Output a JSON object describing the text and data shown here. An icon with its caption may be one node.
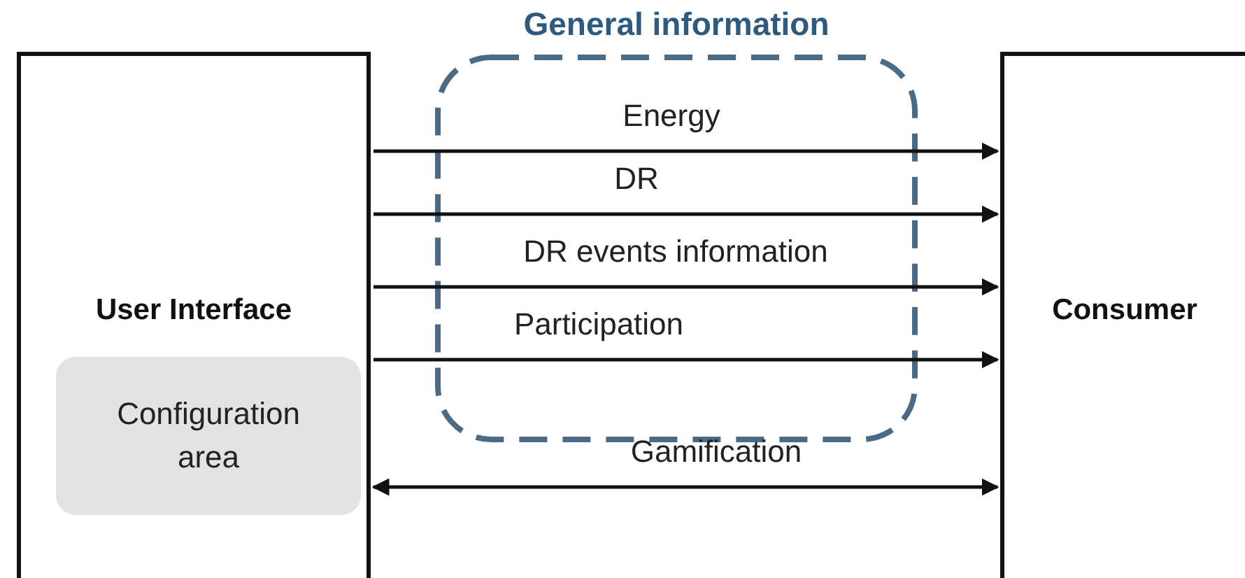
{
  "diagram": {
    "nodes": [
      {
        "text": [
          "User Interface"
        ]
      },
      {
        "text": [
          "Configuration area"
        ],
        "in": 0
      },
      {
        "text": [
          "Consumer"
        ]
      }
    ],
    "edges": [
      {
        "from": 0,
        "to": 2,
        "arrow": "to",
        "label": "Energy"
      },
      {
        "from": 0,
        "to": 2,
        "arrow": "to",
        "label": "DR"
      },
      {
        "from": 0,
        "to": 2,
        "arrow": "to",
        "label": "DR events information"
      },
      {
        "from": 0,
        "to": 2,
        "arrow": "to",
        "label": "Participation"
      },
      {
        "from": 0,
        "to": 2,
        "arrow": "both",
        "label": "Gamification"
      }
    ],
    "labels": [
      "General information"
    ]
  }
}
